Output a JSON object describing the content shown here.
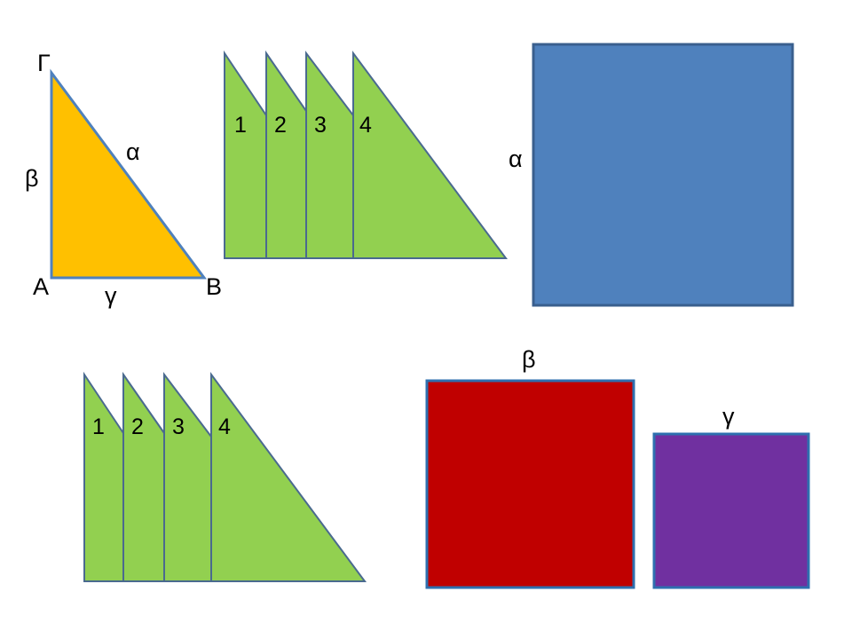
{
  "colors": {
    "triangle_fill": "#FFC000",
    "triangle_stroke": "#4F81BD",
    "piece_fill": "#92D050",
    "piece_stroke": "#4A6A8F",
    "square_a_fill": "#4F81BD",
    "square_a_stroke": "#3A5F8E",
    "square_b_fill": "#C00000",
    "square_c_fill": "#7030A0",
    "square_bc_stroke": "#2E6FAF"
  },
  "triangle": {
    "vertex_top": "Γ",
    "vertex_left": "A",
    "vertex_right": "B",
    "side_hypotenuse": "α",
    "side_vertical": "β",
    "side_horizontal": "γ"
  },
  "pieces_top": {
    "labels": [
      "1",
      "2",
      "3",
      "4"
    ]
  },
  "pieces_bottom": {
    "labels": [
      "1",
      "2",
      "3",
      "4"
    ]
  },
  "squares": {
    "a_label": "α",
    "b_label": "β",
    "c_label": "γ"
  }
}
